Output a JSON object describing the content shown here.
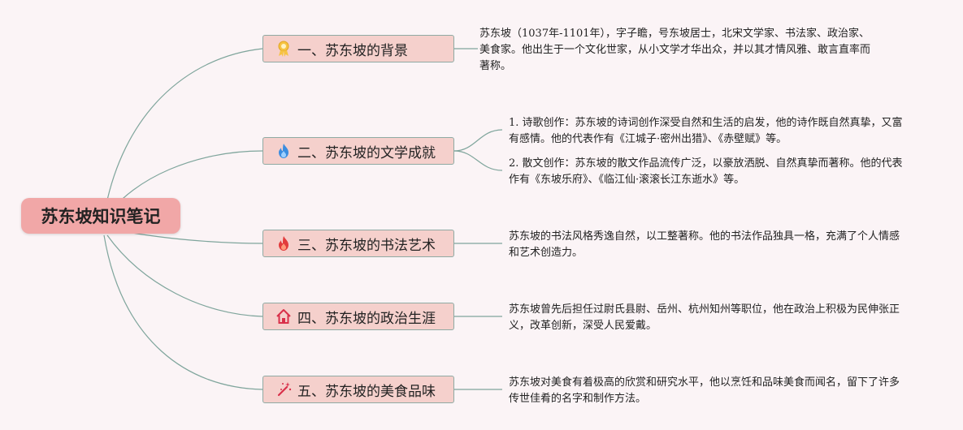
{
  "root": {
    "title": "苏东坡知识笔记"
  },
  "branches": [
    {
      "title": "一、苏东坡的背景",
      "icon": "award-ribbon-icon",
      "notes": [
        "苏东坡（1037年-1101年），字子瞻，号东坡居士，北宋文学家、书法家、政治家、美食家。他出生于一个文化世家，从小文学才华出众，并以其才情风雅、敢言直率而著称。"
      ]
    },
    {
      "title": "二、苏东坡的文学成就",
      "icon": "flame-blue-icon",
      "notes": [
        "1. 诗歌创作：苏东坡的诗词创作深受自然和生活的启发，他的诗作既自然真挚，又富有感情。他的代表作有《江城子·密州出猎》、《赤壁赋》等。",
        "2. 散文创作：苏东坡的散文作品流传广泛，以豪放洒脱、自然真挚而著称。他的代表作有《东坡乐府》、《临江仙·滚滚长江东逝水》等。"
      ]
    },
    {
      "title": "三、苏东坡的书法艺术",
      "icon": "flame-red-icon",
      "notes": [
        "苏东坡的书法风格秀逸自然，以工整著称。他的书法作品独具一格，充满了个人情感和艺术创造力。"
      ]
    },
    {
      "title": "四、苏东坡的政治生涯",
      "icon": "home-icon",
      "notes": [
        "苏东坡曾先后担任过尉氏县尉、岳州、杭州知州等职位，他在政治上积极为民伸张正义，改革创新，深受人民爱戴。"
      ]
    },
    {
      "title": "五、苏东坡的美食品味",
      "icon": "magic-wand-icon",
      "notes": [
        "苏东坡对美食有着极高的欣赏和研究水平，他以烹饪和品味美食而闻名，留下了许多传世佳肴的名字和制作方法。"
      ]
    }
  ],
  "colors": {
    "root": "#f1a7a7",
    "branch": "#f5d0cc",
    "branch_border": "#8faaa3",
    "line": "#7fa59c",
    "background": "#fbf4f6"
  }
}
